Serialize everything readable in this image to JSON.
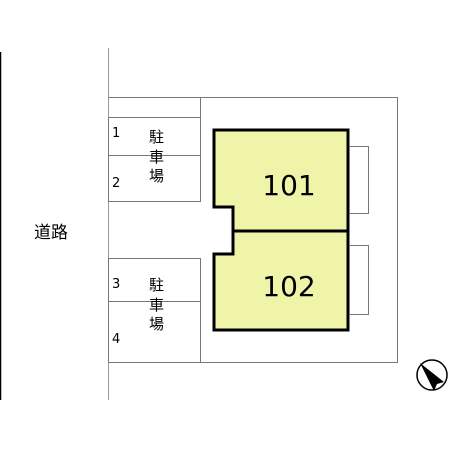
{
  "road": {
    "label": "道路"
  },
  "parking": [
    {
      "area_label": [
        "駐",
        "車",
        "場"
      ],
      "spaces": [
        "1",
        "2"
      ]
    },
    {
      "area_label": [
        "駐",
        "車",
        "場"
      ],
      "spaces": [
        "3",
        "4"
      ]
    }
  ],
  "units": [
    {
      "number": "101",
      "fill": "#eff4a8"
    },
    {
      "number": "102",
      "fill": "#eff4a8"
    }
  ],
  "north_arrow": {
    "icon": "compass-north-arrow-icon"
  }
}
